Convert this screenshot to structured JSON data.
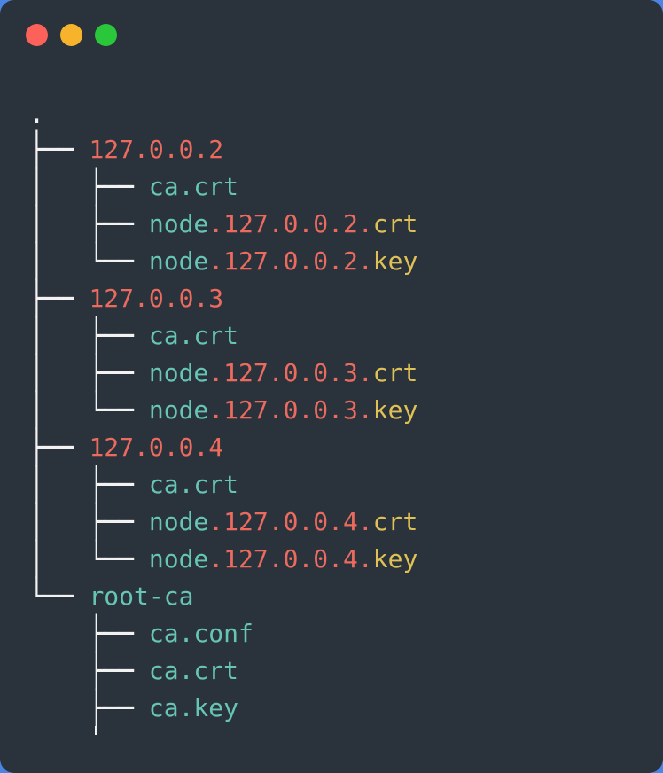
{
  "window": {
    "background": "#2a333c",
    "page_background": "#4c84e4",
    "controls": [
      {
        "id": "close",
        "color": "#fc615a"
      },
      {
        "id": "minimize",
        "color": "#f7b32b"
      },
      {
        "id": "zoom",
        "color": "#2ac73a"
      }
    ]
  },
  "palette": {
    "branch": "#f1f2f1",
    "red": "#ec6a5e",
    "teal": "#67c5b4",
    "yellow": "#e0c156"
  },
  "tree": {
    "lines": [
      {
        "segments": [
          {
            "t": ".",
            "c": "branch"
          }
        ]
      },
      {
        "segments": [
          {
            "t": "├── ",
            "c": "branch"
          },
          {
            "t": "127.0.0.2",
            "c": "red"
          }
        ]
      },
      {
        "segments": [
          {
            "t": "│   ├── ",
            "c": "branch"
          },
          {
            "t": "ca.crt",
            "c": "teal"
          }
        ]
      },
      {
        "segments": [
          {
            "t": "│   ├── ",
            "c": "branch"
          },
          {
            "t": "node",
            "c": "teal"
          },
          {
            "t": ".127.0.0.2.",
            "c": "red"
          },
          {
            "t": "crt",
            "c": "yellow"
          }
        ]
      },
      {
        "segments": [
          {
            "t": "│   └── ",
            "c": "branch"
          },
          {
            "t": "node",
            "c": "teal"
          },
          {
            "t": ".127.0.0.2.",
            "c": "red"
          },
          {
            "t": "key",
            "c": "yellow"
          }
        ]
      },
      {
        "segments": [
          {
            "t": "├── ",
            "c": "branch"
          },
          {
            "t": "127.0.0.3",
            "c": "red"
          }
        ]
      },
      {
        "segments": [
          {
            "t": "│   ├── ",
            "c": "branch"
          },
          {
            "t": "ca.crt",
            "c": "teal"
          }
        ]
      },
      {
        "segments": [
          {
            "t": "│   ├── ",
            "c": "branch"
          },
          {
            "t": "node",
            "c": "teal"
          },
          {
            "t": ".127.0.0.3.",
            "c": "red"
          },
          {
            "t": "crt",
            "c": "yellow"
          }
        ]
      },
      {
        "segments": [
          {
            "t": "│   └── ",
            "c": "branch"
          },
          {
            "t": "node",
            "c": "teal"
          },
          {
            "t": ".127.0.0.3.",
            "c": "red"
          },
          {
            "t": "key",
            "c": "yellow"
          }
        ]
      },
      {
        "segments": [
          {
            "t": "├── ",
            "c": "branch"
          },
          {
            "t": "127.0.0.4",
            "c": "red"
          }
        ]
      },
      {
        "segments": [
          {
            "t": "│   ├── ",
            "c": "branch"
          },
          {
            "t": "ca.crt",
            "c": "teal"
          }
        ]
      },
      {
        "segments": [
          {
            "t": "│   ├── ",
            "c": "branch"
          },
          {
            "t": "node",
            "c": "teal"
          },
          {
            "t": ".127.0.0.4.",
            "c": "red"
          },
          {
            "t": "crt",
            "c": "yellow"
          }
        ]
      },
      {
        "segments": [
          {
            "t": "│   └── ",
            "c": "branch"
          },
          {
            "t": "node",
            "c": "teal"
          },
          {
            "t": ".127.0.0.4.",
            "c": "red"
          },
          {
            "t": "key",
            "c": "yellow"
          }
        ]
      },
      {
        "segments": [
          {
            "t": "└── ",
            "c": "branch"
          },
          {
            "t": "root-ca",
            "c": "teal"
          }
        ]
      },
      {
        "segments": [
          {
            "t": "    ├── ",
            "c": "branch"
          },
          {
            "t": "ca.conf",
            "c": "teal"
          }
        ]
      },
      {
        "segments": [
          {
            "t": "    ├── ",
            "c": "branch"
          },
          {
            "t": "ca.crt",
            "c": "teal"
          }
        ]
      },
      {
        "segments": [
          {
            "t": "    ├── ",
            "c": "branch"
          },
          {
            "t": "ca.key",
            "c": "teal"
          }
        ]
      }
    ],
    "truncated_below": true
  }
}
